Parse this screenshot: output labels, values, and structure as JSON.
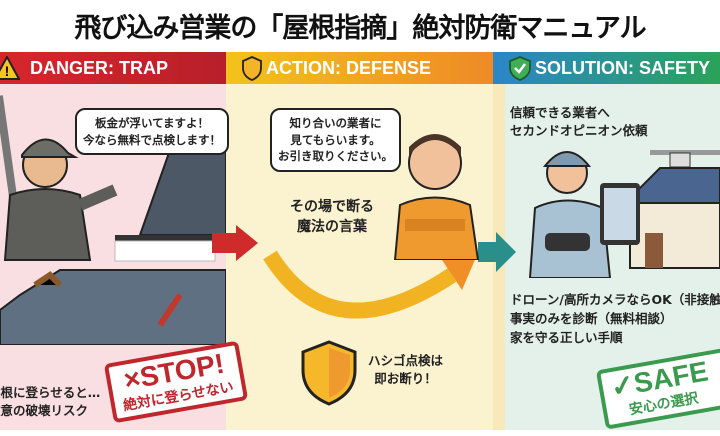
{
  "title": "飛び込み営業の「屋根指摘」絶対防衛マニュアル",
  "sections": [
    {
      "label": "DANGER: TRAP",
      "icon": "warning-icon",
      "color": "#d7262b"
    },
    {
      "label": "ACTION: DEFENSE",
      "icon": "shield-icon",
      "color": "#f3a020"
    },
    {
      "label": "SOLUTION: SAFETY",
      "icon": "check-shield-icon",
      "color": "#2aa35a"
    }
  ],
  "danger": {
    "bubble_line1": "板金が浮いてますよ！",
    "bubble_line2": "今なら無料で点検します！",
    "caption_line1": "屋根に登らせると…",
    "caption_line2": "故意の破壊リスク",
    "stamp_main": "×STOP!",
    "stamp_sub": "絶対に登らせない"
  },
  "defense": {
    "bubble_line1": "知り合いの業者に",
    "bubble_line2": "見てもらいます。",
    "bubble_line3": "お引き取りください。",
    "caption_line1": "その場で断る",
    "caption_line2": "魔法の言葉",
    "tip_line1": "ハシゴ点検は",
    "tip_line2": "即お断り！"
  },
  "solution": {
    "heading_line1": "信頼できる業者へ",
    "heading_line2": "セカンドオピニオン依頼",
    "point1": "ドローン/高所カメラならOK（非接触）",
    "point2": "事実のみを診断（無料相談）",
    "point3": "家を守る正しい手順",
    "stamp_main": "✓SAFE",
    "stamp_sub": "安心の選択"
  }
}
